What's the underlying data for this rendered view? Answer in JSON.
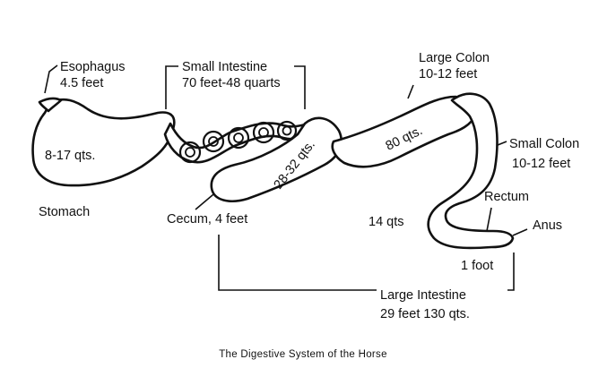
{
  "labels": {
    "esophagus_name": "Esophagus",
    "esophagus_length": "4.5 feet",
    "small_intestine_name": "Small Intestine",
    "small_intestine_size": "70 feet-48 quarts",
    "large_colon_name": "Large Colon",
    "large_colon_length": "10-12 feet",
    "stomach_volume": "8-17 qts.",
    "stomach_name": "Stomach",
    "cecum_volume": "28-32 qts.",
    "large_colon_volume": "80 qts.",
    "small_colon_name": "Small Colon",
    "small_colon_length": "10-12 feet",
    "rectum_name": "Rectum",
    "anus_name": "Anus",
    "small_colon_volume": "14 qts",
    "rectum_length": "1 foot",
    "cecum_name_length": "Cecum, 4 feet",
    "large_intestine_name": "Large Intestine",
    "large_intestine_size": "29 feet 130 qts."
  },
  "caption": "The Digestive System of the Horse"
}
